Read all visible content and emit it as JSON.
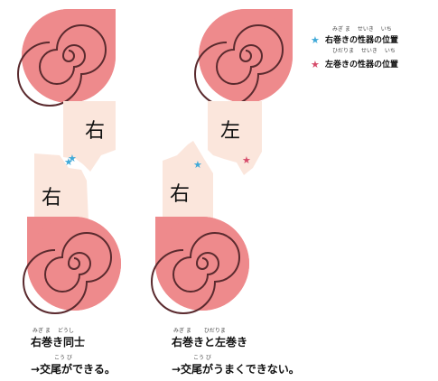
{
  "labels": {
    "left_upper": "右",
    "left_lower": "右",
    "right_upper": "左",
    "right_lower": "右"
  },
  "legend": {
    "item1": {
      "text": "右巻きの性器の位置",
      "ruby": "みぎ ま　 せいき　 いち",
      "star_color": "#3fa9d8"
    },
    "item2": {
      "text": "左巻きの性器の位置",
      "ruby": "ひだりま　 せいき　 いち",
      "star_color": "#d64b6a"
    }
  },
  "captions": {
    "left": {
      "line1": "右巻き同士",
      "line1_ruby": "みぎ ま　 どうし",
      "line2": "→交尾ができる。",
      "line2_ruby": "こう び"
    },
    "right": {
      "line1": "右巻きと左巻き",
      "line1_ruby": "みぎ ま　　 ひだりま",
      "line2": "→交尾がうまくできない。",
      "line2_ruby": "こう び"
    }
  },
  "colors": {
    "shell": "#ee8a8c",
    "spiral": "#5a2a2e",
    "body": "#fbe6dc",
    "star_blue": "#3fa9d8",
    "star_red": "#d64b6a"
  }
}
